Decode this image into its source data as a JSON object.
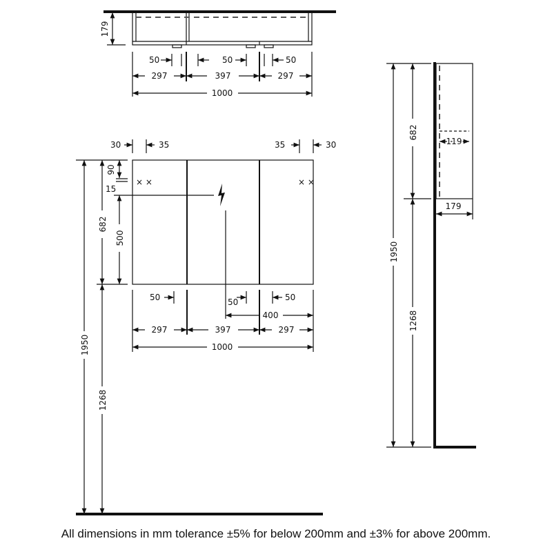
{
  "top_view": {
    "depth": "179",
    "gap_left": "50",
    "gap_mid": "50",
    "gap_right": "50",
    "w_left": "297",
    "w_mid": "397",
    "w_right": "297",
    "total": "1000"
  },
  "front_view": {
    "inset_l_a": "30",
    "inset_l_b": "35",
    "inset_r_a": "35",
    "inset_r_b": "30",
    "top_to_socket": "90",
    "socket_gap": "15",
    "height": "682",
    "socket_to_bottom": "500",
    "overall_height": "1950",
    "floor_to_bottom": "1268",
    "gap_left": "50",
    "gap_mid": "50",
    "gap_right": "50",
    "socket_offset": "400",
    "w_left": "297",
    "w_mid": "397",
    "w_right": "297",
    "total": "1000"
  },
  "side_view": {
    "height": "682",
    "overall_height": "1950",
    "floor_to_bottom": "1268",
    "inner_depth": "119",
    "depth": "179"
  },
  "footer": "All dimensions in mm tolerance ±5% for below 200mm and ±3% for above 200mm."
}
